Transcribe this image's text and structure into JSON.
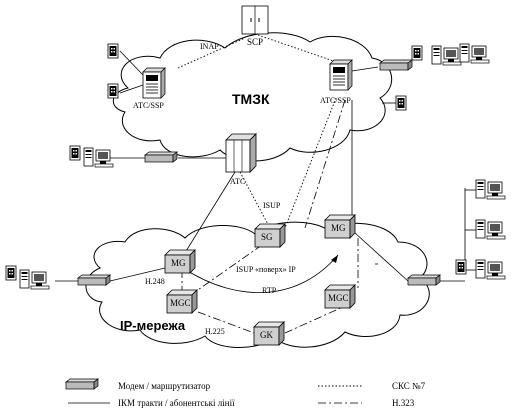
{
  "networks": {
    "pstn": "ТМЗК",
    "ip": "IP-мережа"
  },
  "nodes": {
    "scp": "SCP",
    "ats_ssp_left": "АТС/SSP",
    "ats_ssp_right": "АТС/SSP",
    "ats": "АТС",
    "mg_left": "MG",
    "mg_right": "MG",
    "sg": "SG",
    "mgc_left": "MGC",
    "mgc_right": "MGC",
    "gk": "GK"
  },
  "links": {
    "inap": "INAP",
    "isup": "ISUP",
    "isup_over_ip": "ISUP «поверх» IP",
    "h248": "H.248",
    "rtp": "RTP",
    "h225": "H.225"
  },
  "legend": {
    "modem": "Модем / маршрутизатор",
    "pcm": "ІКМ тракти / абонентські лінії",
    "sks7": "СКС №7",
    "h323": "H.323"
  }
}
